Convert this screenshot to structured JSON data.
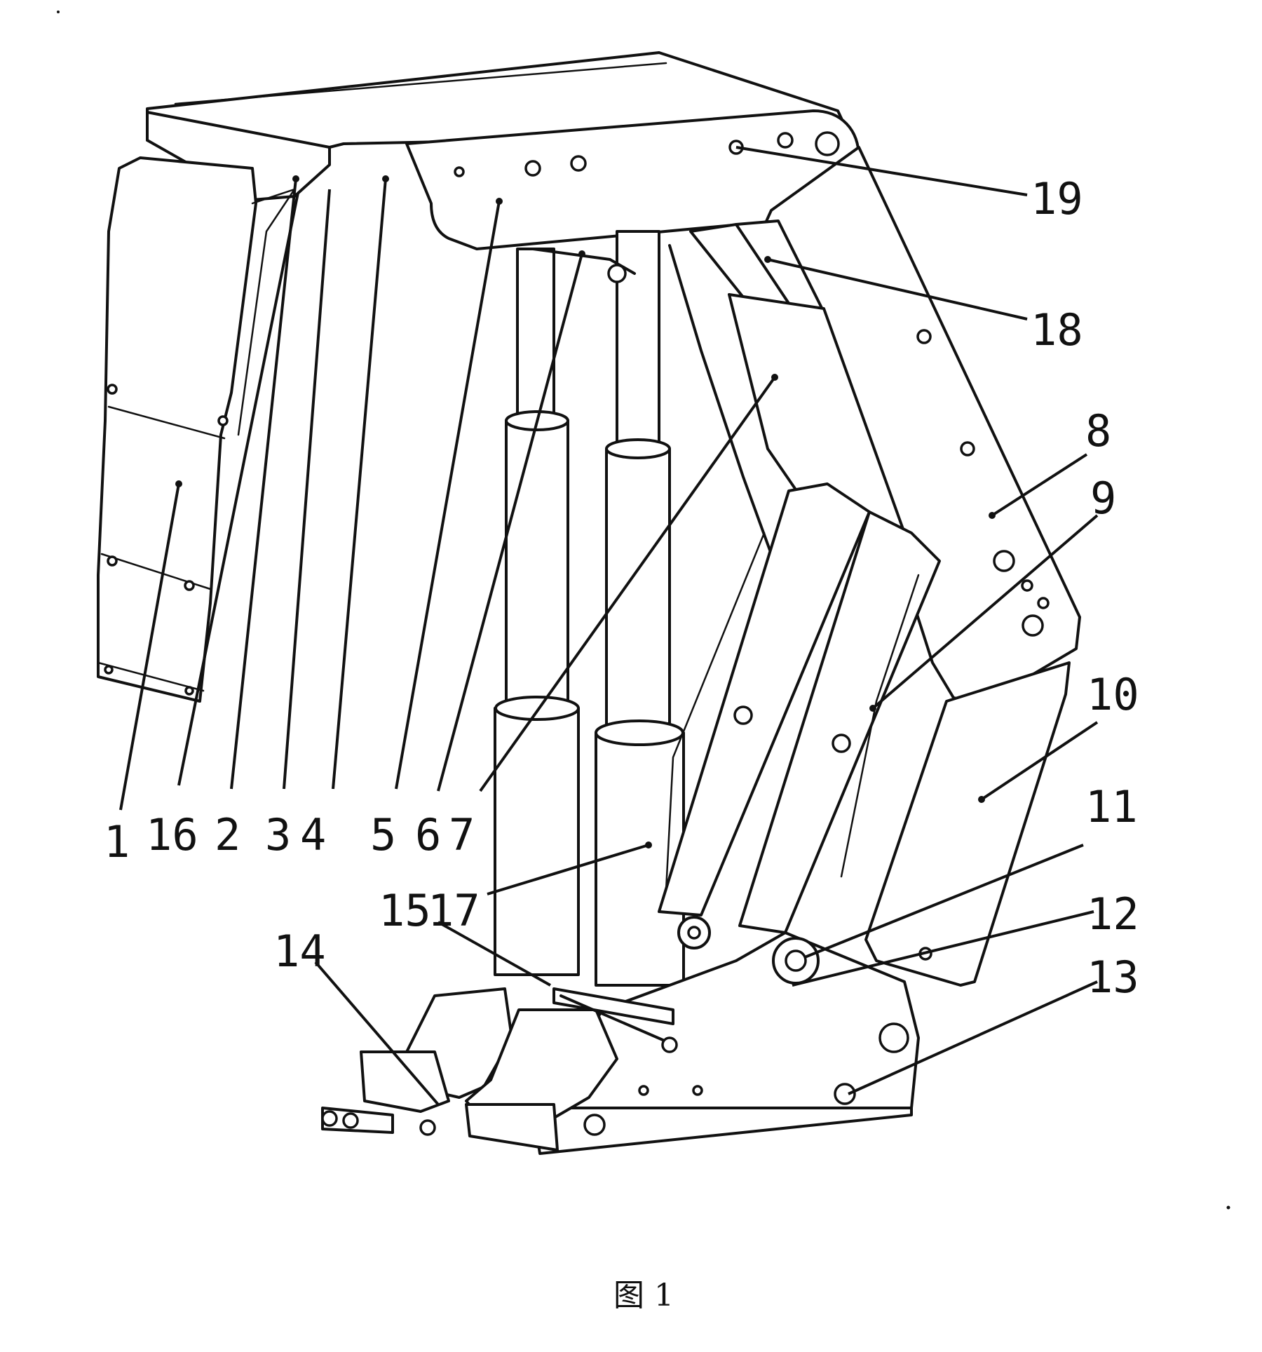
{
  "figure": {
    "caption": "图 1",
    "callouts": [
      {
        "id": "c1",
        "text": "1"
      },
      {
        "id": "c16",
        "text": "16"
      },
      {
        "id": "c2",
        "text": "2"
      },
      {
        "id": "c3",
        "text": "3"
      },
      {
        "id": "c4",
        "text": "4"
      },
      {
        "id": "c5",
        "text": "5"
      },
      {
        "id": "c6",
        "text": "6"
      },
      {
        "id": "c7",
        "text": "7"
      },
      {
        "id": "c15",
        "text": "15"
      },
      {
        "id": "c17",
        "text": "17"
      },
      {
        "id": "c14",
        "text": "14"
      },
      {
        "id": "c8",
        "text": "8"
      },
      {
        "id": "c9",
        "text": "9"
      },
      {
        "id": "c10",
        "text": "10"
      },
      {
        "id": "c11",
        "text": "11"
      },
      {
        "id": "c12",
        "text": "12"
      },
      {
        "id": "c13",
        "text": "13"
      },
      {
        "id": "c18",
        "text": "18"
      },
      {
        "id": "c19",
        "text": "19"
      }
    ]
  }
}
